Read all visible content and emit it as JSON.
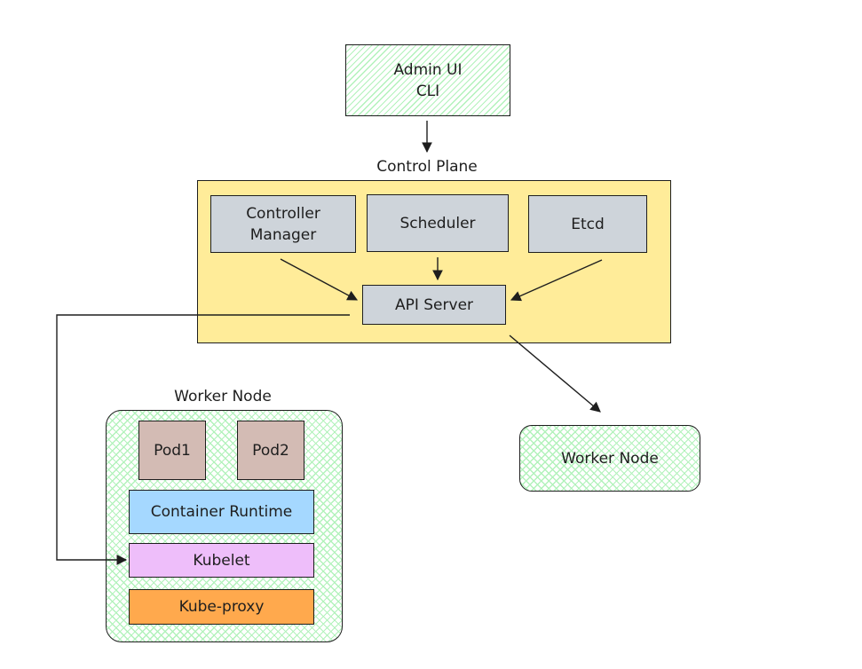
{
  "admin": {
    "line1": "Admin UI",
    "line2": "CLI"
  },
  "control_plane": {
    "title": "Control Plane",
    "fill": "#ffec99",
    "controller_manager": {
      "line1": "Controller",
      "line2": "Manager"
    },
    "scheduler": "Scheduler",
    "etcd": "Etcd",
    "api_server": "API Server"
  },
  "worker_node_main": {
    "title": "Worker Node",
    "pod1": "Pod1",
    "pod2": "Pod2",
    "container_runtime": "Container Runtime",
    "kubelet": "Kubelet",
    "kube_proxy": "Kube-proxy"
  },
  "worker_node_secondary": {
    "label": "Worker Node"
  },
  "colors": {
    "hatch_green": "#b2f2bb",
    "box_gray": "#ced4da",
    "pod_brown": "#d3bbb4",
    "runtime_blue": "#a5d8ff",
    "kubelet_purple": "#eebefa",
    "proxy_orange": "#ffa94d",
    "stroke": "#1e1e1e"
  }
}
